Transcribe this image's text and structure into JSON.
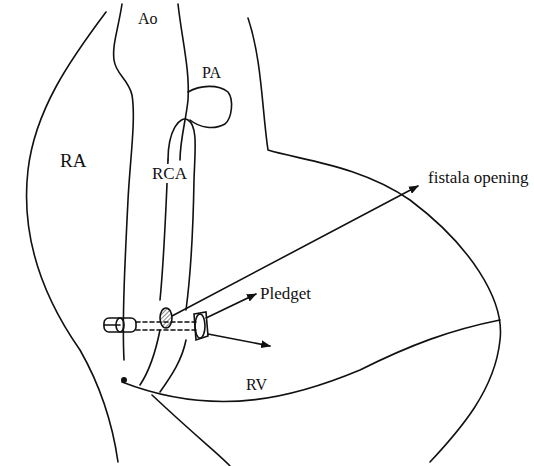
{
  "diagram": {
    "labels": [
      "Ao",
      "PA",
      "RA",
      "RCA",
      "fistala opening",
      "Pledget",
      "RV"
    ]
  }
}
